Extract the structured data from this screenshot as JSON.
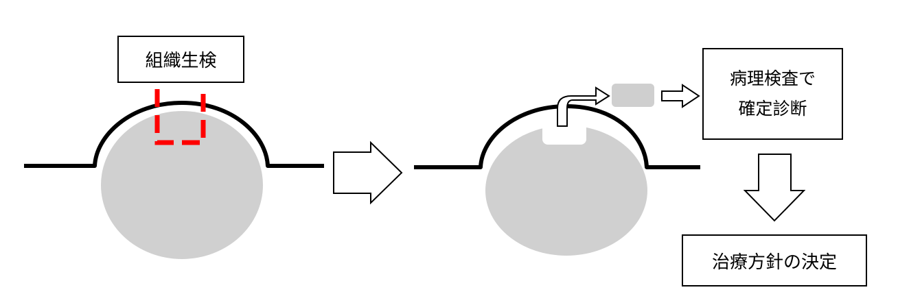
{
  "labels": {
    "biopsy": "組織生検",
    "pathology_line1": "病理検査で",
    "pathology_line2": "確定診断",
    "treatment": "治療方針の決定"
  },
  "colors": {
    "line": "#000000",
    "tissue": "#d0d0d0",
    "biopsy_mark": "#ff0000",
    "cavity": "#ffffff",
    "specimen": "#cfcfcf"
  }
}
